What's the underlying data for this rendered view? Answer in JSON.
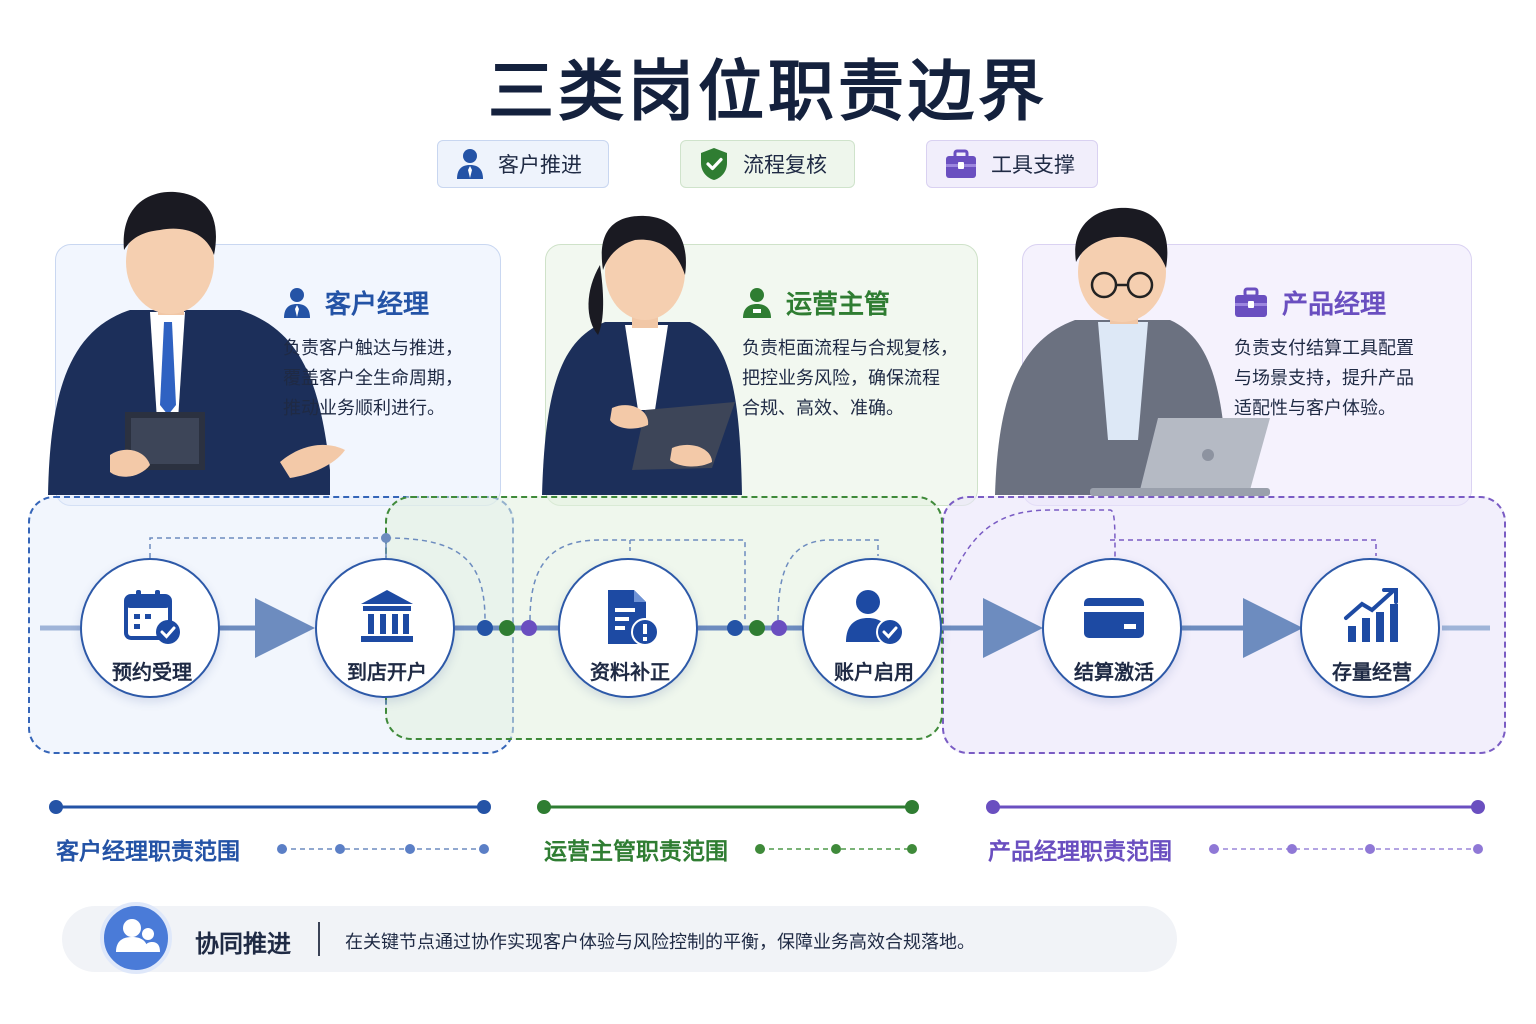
{
  "title": "三类岗位职责边界",
  "legend": [
    {
      "label": "客户推进",
      "icon": "person-icon",
      "color": "#2453a6"
    },
    {
      "label": "流程复核",
      "icon": "shield-check-icon",
      "color": "#2f7d32"
    },
    {
      "label": "工具支撑",
      "icon": "briefcase-icon",
      "color": "#6a4fc0"
    }
  ],
  "roles": [
    {
      "name": "客户经理",
      "icon": "person-icon",
      "color": "#2453a6",
      "desc": [
        "负责客户触达与推进，",
        "覆盖客户全生命周期，",
        "推动业务顺利进行。"
      ]
    },
    {
      "name": "运营主管",
      "icon": "person-icon",
      "color": "#2f7d32",
      "desc": [
        "负责柜面流程与合规复核，",
        "把控业务风险，确保流程",
        "合规、高效、准确。"
      ]
    },
    {
      "name": "产品经理",
      "icon": "briefcase-icon",
      "color": "#6a4fc0",
      "desc": [
        "负责支付结算工具配置",
        "与场景支持，提升产品",
        "适配性与客户体验。"
      ]
    }
  ],
  "steps": [
    {
      "label": "预约受理",
      "icon": "calendar-check-icon"
    },
    {
      "label": "到店开户",
      "icon": "bank-icon"
    },
    {
      "label": "资料补正",
      "icon": "document-alert-icon"
    },
    {
      "label": "账户启用",
      "icon": "user-check-icon"
    },
    {
      "label": "结算激活",
      "icon": "card-icon"
    },
    {
      "label": "存量经营",
      "icon": "growth-chart-icon"
    }
  ],
  "scopes": [
    {
      "label": "客户经理职责范围",
      "color": "#2453a6"
    },
    {
      "label": "运营主管职责范围",
      "color": "#2f7d32"
    },
    {
      "label": "产品经理职责范围",
      "color": "#6a4fc0"
    }
  ],
  "footer": {
    "title": "协同推进",
    "text": "在关键节点通过协作实现客户体验与风险控制的平衡，保障业务高效合规落地。",
    "icon": "team-icon"
  }
}
